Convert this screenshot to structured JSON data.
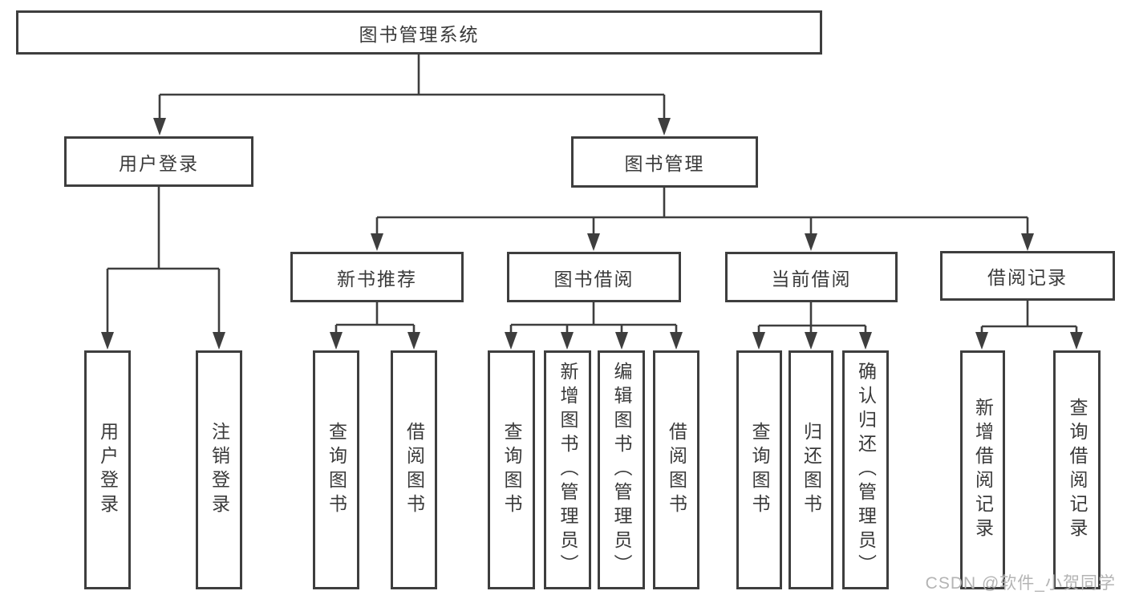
{
  "diagram": {
    "title": "图书管理系统",
    "level2": [
      {
        "label": "用户登录",
        "children": [
          {
            "label": "用户登录"
          },
          {
            "label": "注销登录"
          }
        ]
      },
      {
        "label": "图书管理",
        "children": [
          {
            "label": "新书推荐",
            "children": [
              {
                "label": "查询图书"
              },
              {
                "label": "借阅图书"
              }
            ]
          },
          {
            "label": "图书借阅",
            "children": [
              {
                "label": "查询图书"
              },
              {
                "label": "新增图书（管理员）"
              },
              {
                "label": "编辑图书（管理员）"
              },
              {
                "label": "借阅图书"
              }
            ]
          },
          {
            "label": "当前借阅",
            "children": [
              {
                "label": "查询图书"
              },
              {
                "label": "归还图书"
              },
              {
                "label": "确认归还（管理员）"
              }
            ]
          },
          {
            "label": "借阅记录",
            "children": [
              {
                "label": "新增借阅记录"
              },
              {
                "label": "查询借阅记录"
              }
            ]
          }
        ]
      }
    ],
    "watermark": "CSDN @软件_小贺同学"
  }
}
